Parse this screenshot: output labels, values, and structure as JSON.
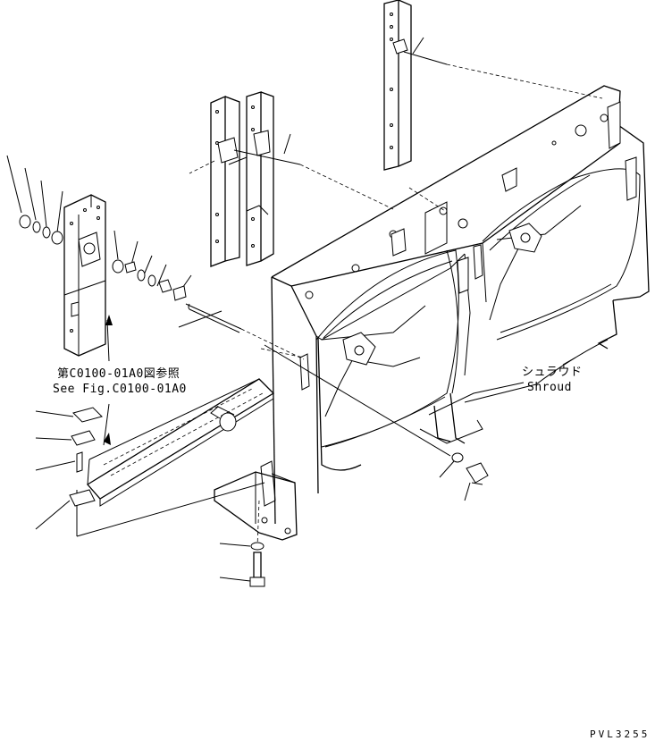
{
  "labels": {
    "reference_jp": "第C0100-01A0図参照",
    "reference_en": "See Fig.C0100-01A0",
    "shroud_jp": "シュラウド",
    "shroud_en": "Shroud",
    "drawing_number": "PVL3255"
  },
  "colors": {
    "line": "#000000",
    "background": "#ffffff"
  }
}
